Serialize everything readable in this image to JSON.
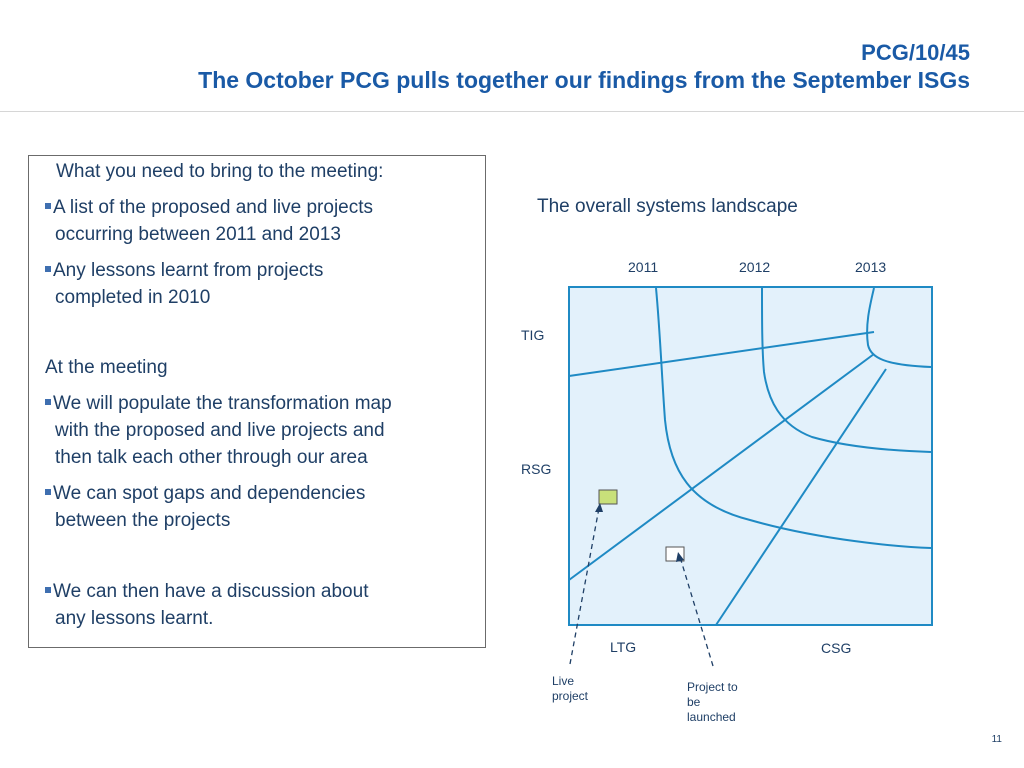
{
  "header": {
    "code": "PCG/10/45",
    "title": "The October PCG pulls together our findings from the September ISGs"
  },
  "left_panel": {
    "heading1": "What you need to bring to the meeting:",
    "bullets1": [
      {
        "line1": "A list of the proposed and live projects",
        "line2": "occurring between 2011 and 2013"
      },
      {
        "line1": "Any lessons learnt from projects",
        "line2": "completed in 2010"
      }
    ],
    "heading2": "At the meeting",
    "bullets2": [
      {
        "line1": "We will populate the transformation map",
        "line2": "with the proposed and live projects and",
        "line3": "then talk each other through our area"
      },
      {
        "line1": "We can spot gaps and dependencies",
        "line2": "between the projects"
      },
      {
        "line1": "We can then have a discussion about",
        "line2": "any lessons learnt."
      }
    ]
  },
  "diagram": {
    "title": "The overall systems landscape",
    "years": [
      "2011",
      "2012",
      "2013"
    ],
    "rows": [
      "TIG",
      "RSG"
    ],
    "bottom": [
      "LTG",
      "CSG"
    ],
    "live_label": {
      "line1": "Live",
      "line2": "project"
    },
    "launch_label": {
      "line1": "Project to",
      "line2": "be",
      "line3": "launched"
    },
    "colors": {
      "box_fill": "#e3f1fb",
      "line": "#1f8ac4",
      "live_fill": "#c8e07a",
      "launch_fill": "#ffffff",
      "arrow": "#1f3f66"
    }
  },
  "page_number": "11"
}
